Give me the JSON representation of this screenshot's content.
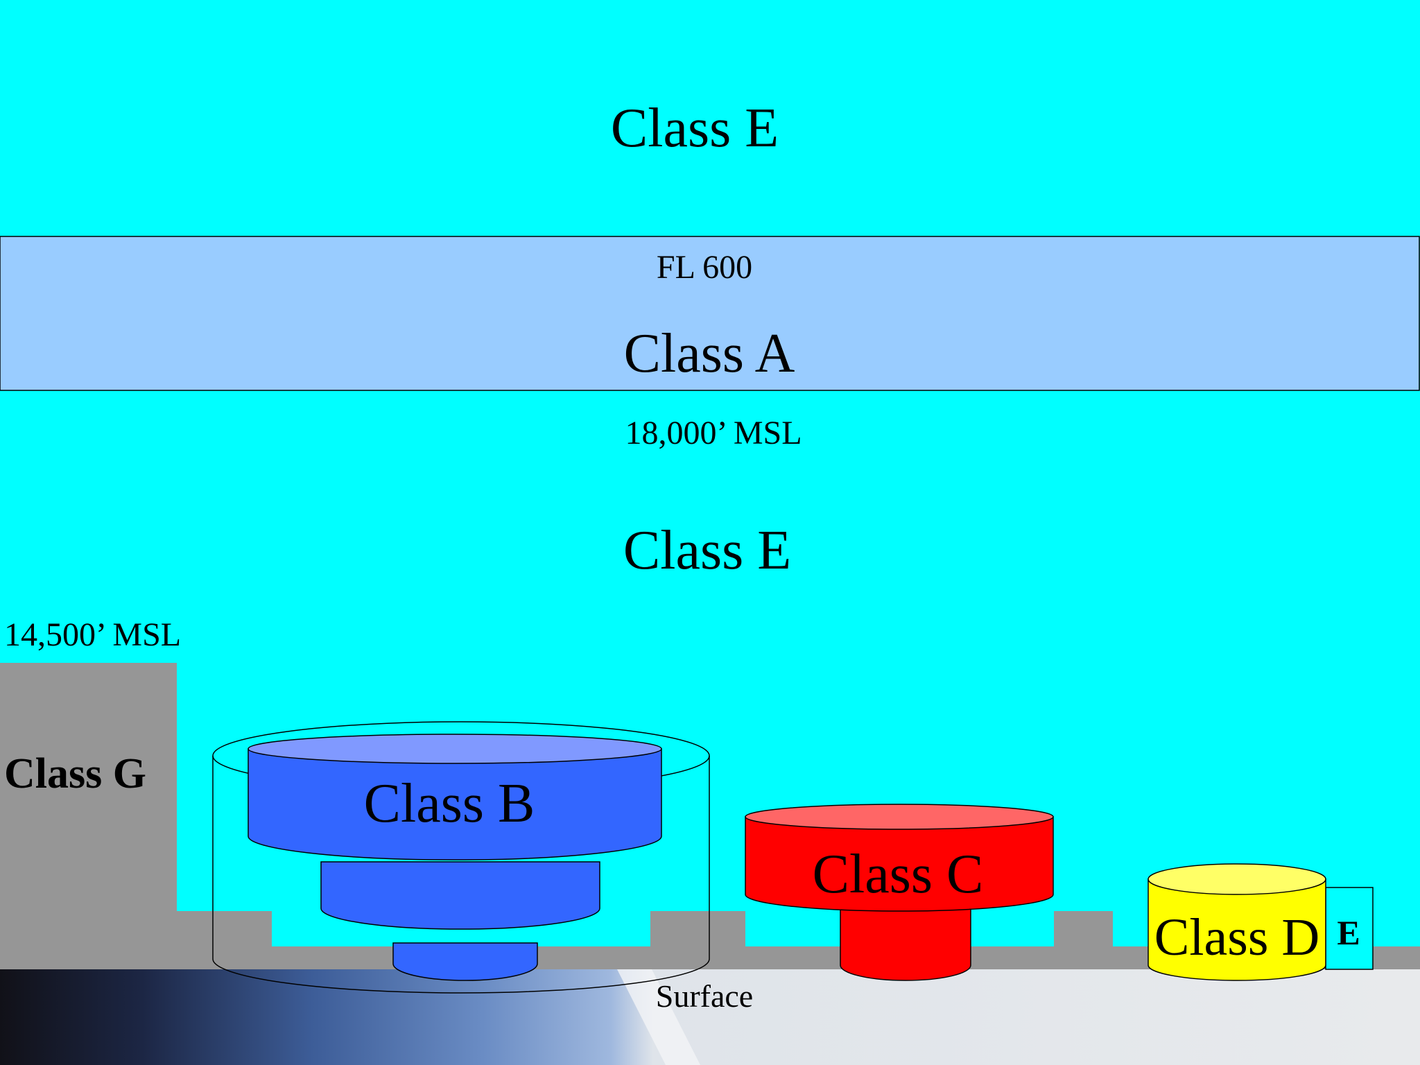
{
  "labels": {
    "class_e_top": "Class E",
    "fl600": "FL 600",
    "class_a": "Class A",
    "msl_18000": "18,000’ MSL",
    "class_e_mid": "Class E",
    "msl_14500": "14,500’ MSL",
    "class_g": "Class G",
    "class_b": "Class B",
    "class_c": "Class C",
    "class_d": "Class D",
    "class_d_e": "E",
    "surface": "Surface"
  },
  "colors": {
    "class_e": "#00FFFF",
    "class_a": "#99CCFF",
    "class_g": "#969696",
    "class_b": "#3366FF",
    "class_b_top": "#8099FF",
    "class_c": "#FF0000",
    "class_c_top": "#FF6666",
    "class_d": "#FFFF00"
  }
}
